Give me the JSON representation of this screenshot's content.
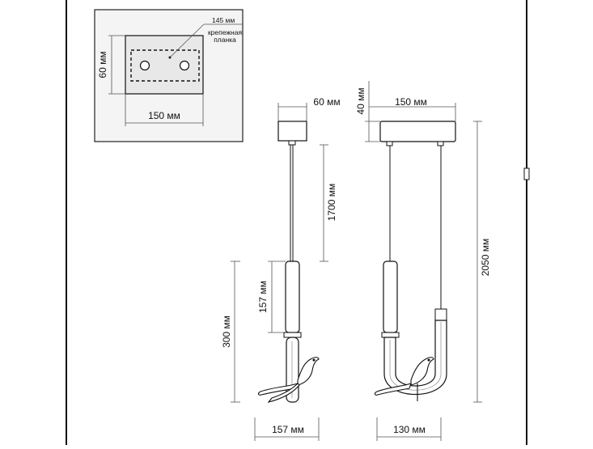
{
  "inset": {
    "width_label": "150 мм",
    "height_label": "60 мм",
    "bracket_length_label": "145 мм",
    "bracket_name_line1": "крепежная",
    "bracket_name_line2": "планка"
  },
  "left_view": {
    "canopy_width_label": "60 мм",
    "cable_length_label": "1700 мм",
    "body_length_label": "157 мм",
    "total_height_label": "300 мм",
    "bottom_width_label": "157 мм"
  },
  "right_view": {
    "canopy_height_label": "40 мм",
    "canopy_width_label": "150 мм",
    "total_height_label": "2050 мм",
    "bottom_width_label": "130 мм"
  },
  "colors": {
    "line": "#111111",
    "dim_line": "#555555",
    "inset_fill": "#f4f4f4",
    "plate_fill": "#e8e8e8"
  }
}
